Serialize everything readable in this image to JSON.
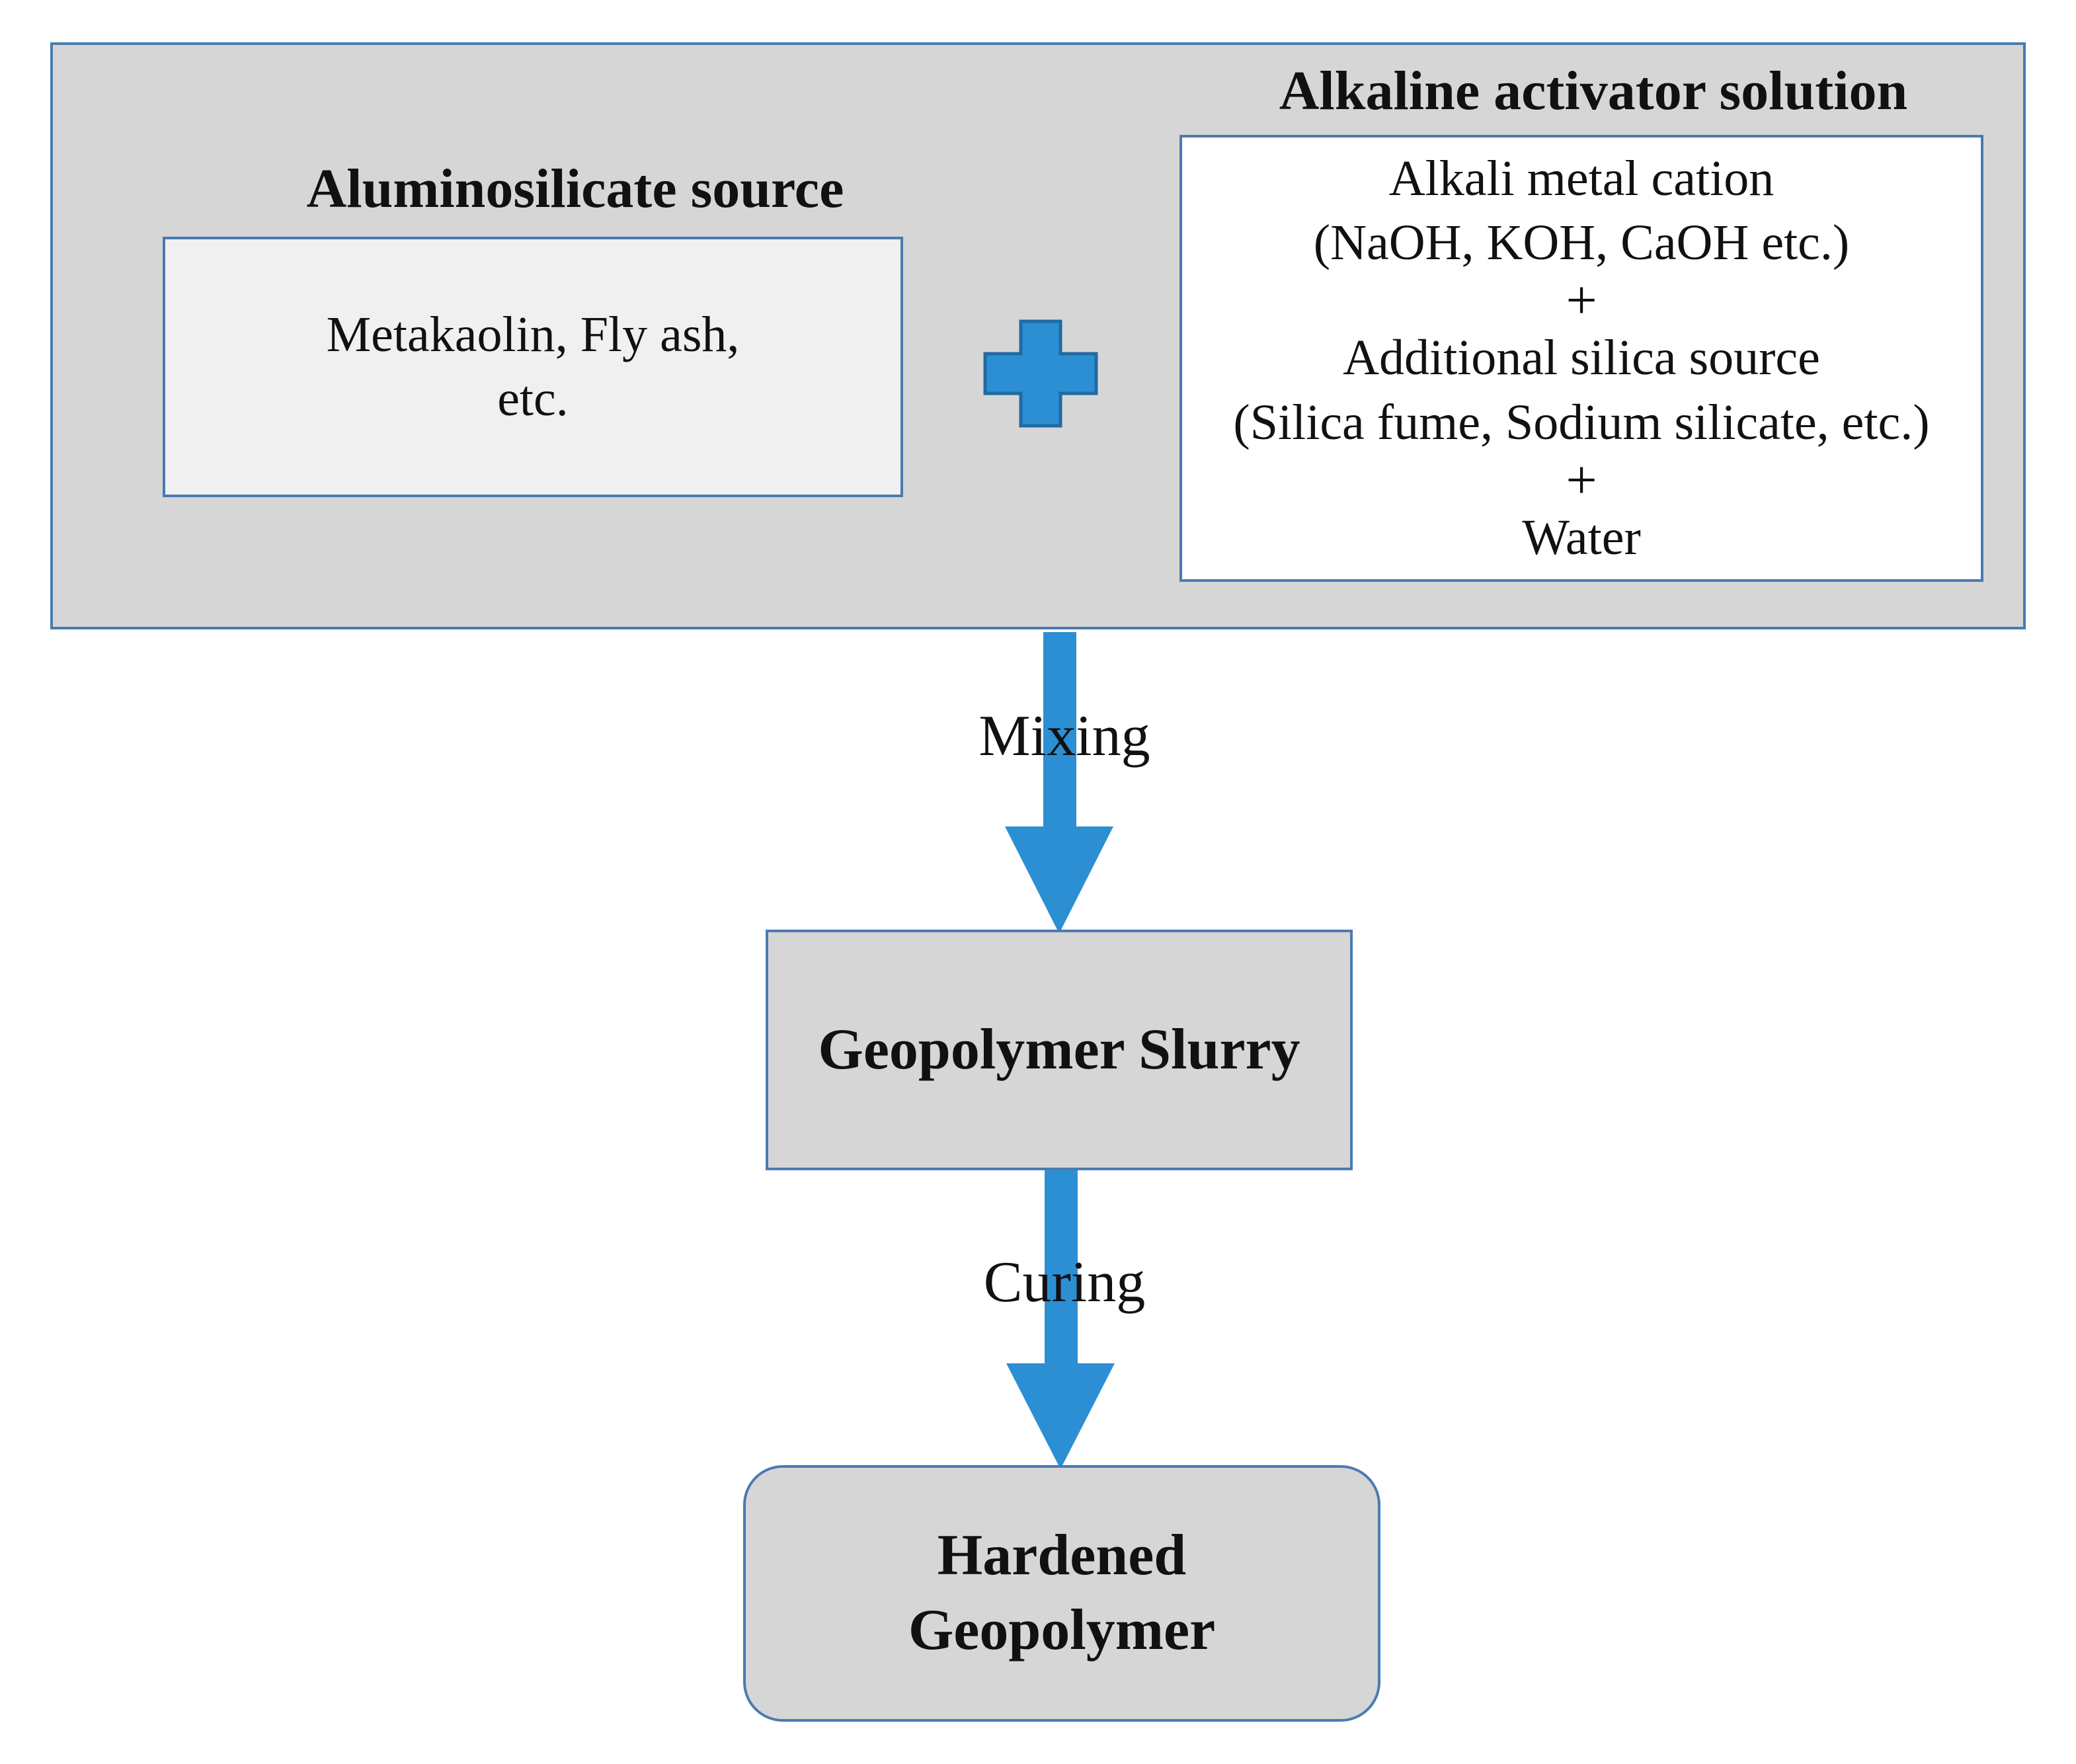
{
  "inputs": {
    "aluminosilicate": {
      "heading": "Aluminosilicate source",
      "lines": [
        "Metakaolin, Fly ash,",
        "etc."
      ]
    },
    "activator": {
      "heading": "Alkaline activator solution",
      "line1": "Alkali metal cation",
      "line2": "(NaOH, KOH, CaOH etc.)",
      "plus1": "+",
      "line3": "Additional silica source",
      "line4": "(Silica fume, Sodium silicate, etc.)",
      "plus2": "+",
      "line5": "Water"
    }
  },
  "steps": {
    "mixing": "Mixing",
    "curing": "Curing"
  },
  "stages": {
    "slurry": "Geopolymer Slurry",
    "hardened": [
      "Hardened",
      "Geopolymer"
    ]
  },
  "colors": {
    "arrow": "#2c8fd4",
    "panel": "#d6d6d6",
    "border": "#4a7bb0",
    "box_light": "#f0f0f0"
  },
  "icons": {
    "plus": "plus-icon",
    "arrow": "down-arrow-icon"
  }
}
